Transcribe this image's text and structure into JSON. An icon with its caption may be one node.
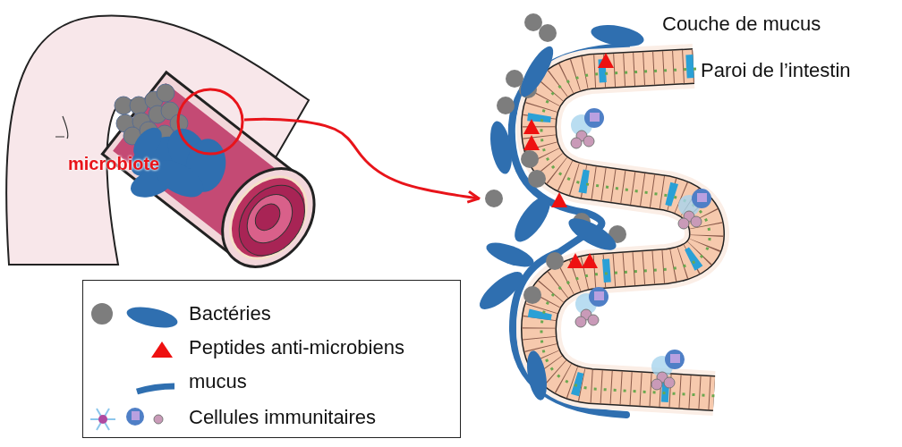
{
  "diagram": {
    "nodes": [
      {
        "text": [],
        "shape": "circle"
      },
      {
        "text": [],
        "shape": "picture"
      }
    ],
    "edges": [
      {
        "from": 0,
        "to": 1,
        "arrow": "to"
      }
    ],
    "labels": [
      "microbiote",
      "Couche de mucus",
      "Paroi de l’intestin"
    ],
    "legend": [
      {
        "text": "Bactéries"
      },
      {
        "text": "Peptides anti-microbiens"
      },
      {
        "text": "mucus"
      },
      {
        "text": "Cellules immunitaires"
      }
    ]
  }
}
